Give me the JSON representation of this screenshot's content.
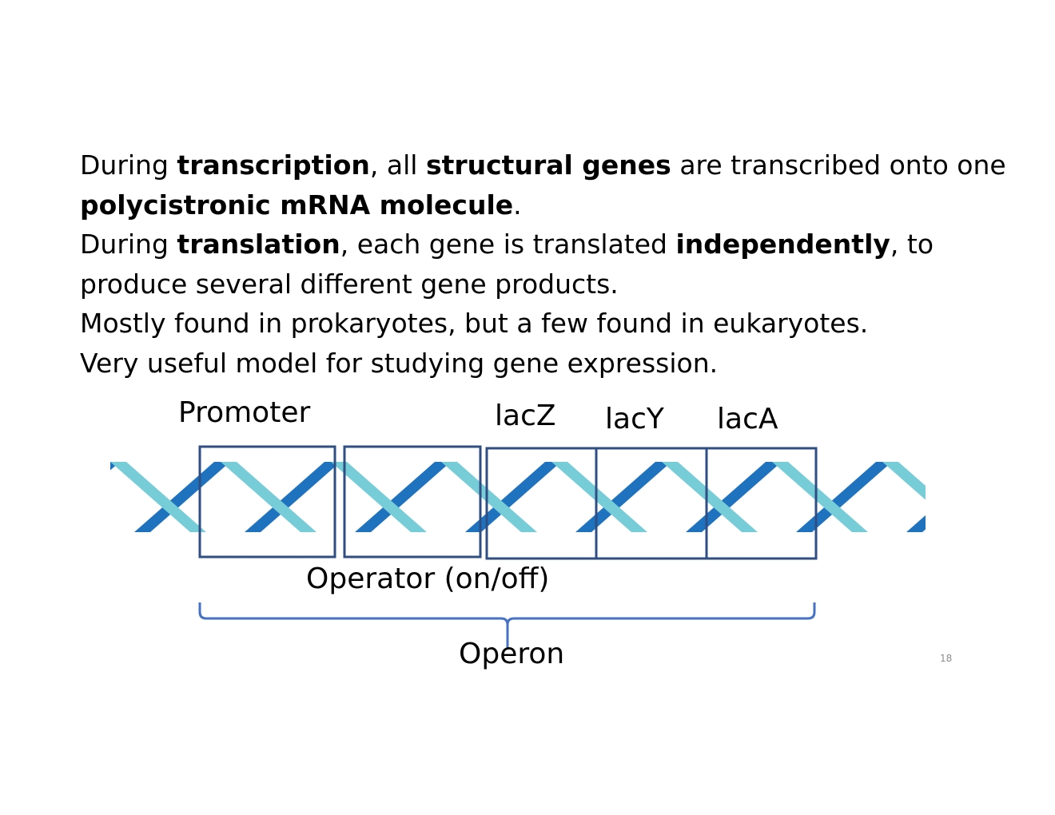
{
  "paragraphs": [
    {
      "segments": [
        {
          "text": "During ",
          "bold": false
        },
        {
          "text": "transcription",
          "bold": true
        },
        {
          "text": ", all ",
          "bold": false
        },
        {
          "text": "structural genes",
          "bold": true
        },
        {
          "text": " are transcribed onto one",
          "bold": false
        }
      ]
    },
    {
      "segments": [
        {
          "text": "polycistronic mRNA molecule",
          "bold": true
        },
        {
          "text": ".",
          "bold": false
        }
      ]
    },
    {
      "segments": [
        {
          "text": "During ",
          "bold": false
        },
        {
          "text": "translation",
          "bold": true
        },
        {
          "text": ", each gene is translated ",
          "bold": false
        },
        {
          "text": "independently",
          "bold": true
        },
        {
          "text": ", to",
          "bold": false
        }
      ]
    },
    {
      "segments": [
        {
          "text": "produce several different gene products.",
          "bold": false
        }
      ]
    },
    {
      "segments": [
        {
          "text": "Mostly found in prokaryotes, but a few found in eukaryotes.",
          "bold": false
        }
      ]
    },
    {
      "segments": [
        {
          "text": "Very useful model for studying gene expression.",
          "bold": false
        }
      ]
    }
  ],
  "diagram": {
    "labels": {
      "promoter": "Promoter",
      "lacz": "lacZ",
      "lacy": "lacY",
      "laca": "lacA",
      "operator": "Operator (on/off)",
      "operon": "Operon"
    },
    "colors": {
      "strand_light": "#76CDD8",
      "strand_dark": "#1F73BE",
      "box": "#2F4E84",
      "bracket": "#4472C4"
    }
  },
  "page_number": "18"
}
